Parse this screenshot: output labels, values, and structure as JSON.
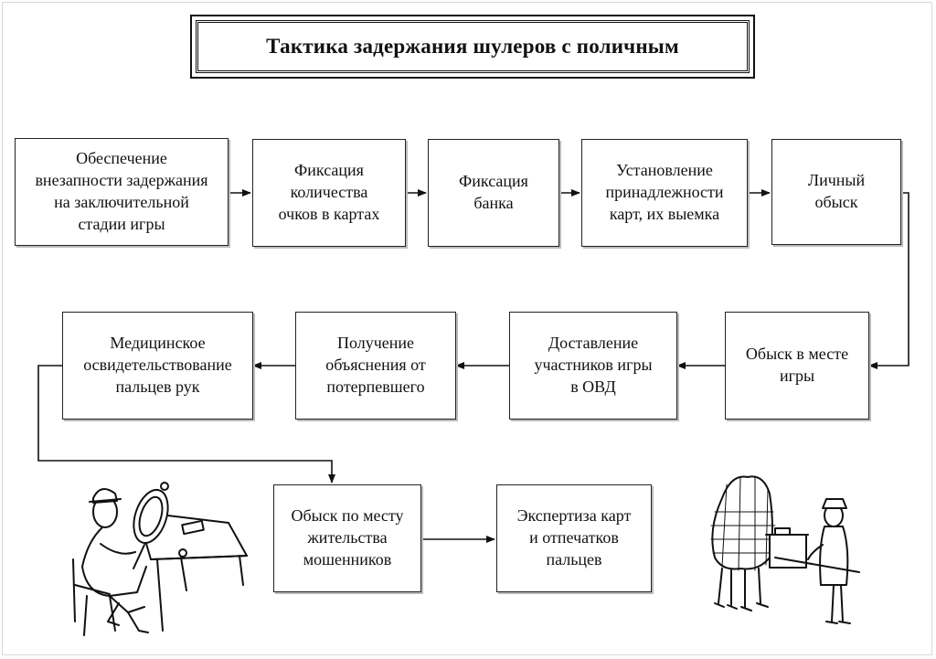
{
  "diagram": {
    "title": "Тактика задержания шулеров с поличным",
    "steps": [
      {
        "id": "s1",
        "label": "Обеспечение\nвнезапности задержания\nна заключительной\nстадии игры"
      },
      {
        "id": "s2",
        "label": "Фиксация\nколичества\nочков в картах"
      },
      {
        "id": "s3",
        "label": "Фиксация\nбанка"
      },
      {
        "id": "s4",
        "label": "Установление\nпринадлежности\nкарт, их выемка"
      },
      {
        "id": "s5",
        "label": "Личный\nобыск"
      },
      {
        "id": "s6",
        "label": "Обыск в месте\nигры"
      },
      {
        "id": "s7",
        "label": "Доставление\nучастников игры\nв ОВД"
      },
      {
        "id": "s8",
        "label": "Получение\nобъяснения от\nпотерпевшего"
      },
      {
        "id": "s9",
        "label": "Медицинское\nосвидетельствование\nпальцев рук"
      },
      {
        "id": "s10",
        "label": "Обыск по месту\nжительства\nмошенников"
      },
      {
        "id": "s11",
        "label": "Экспертиза карт\nи отпечатков\nпальцев"
      }
    ],
    "flow": [
      "s1",
      "s2",
      "s3",
      "s4",
      "s5",
      "s6",
      "s7",
      "s8",
      "s9",
      "s10",
      "s11"
    ]
  },
  "illustrations": {
    "left": "investigator-with-magnifier-illustration",
    "right": "caught-cardsharps-in-net-illustration"
  }
}
